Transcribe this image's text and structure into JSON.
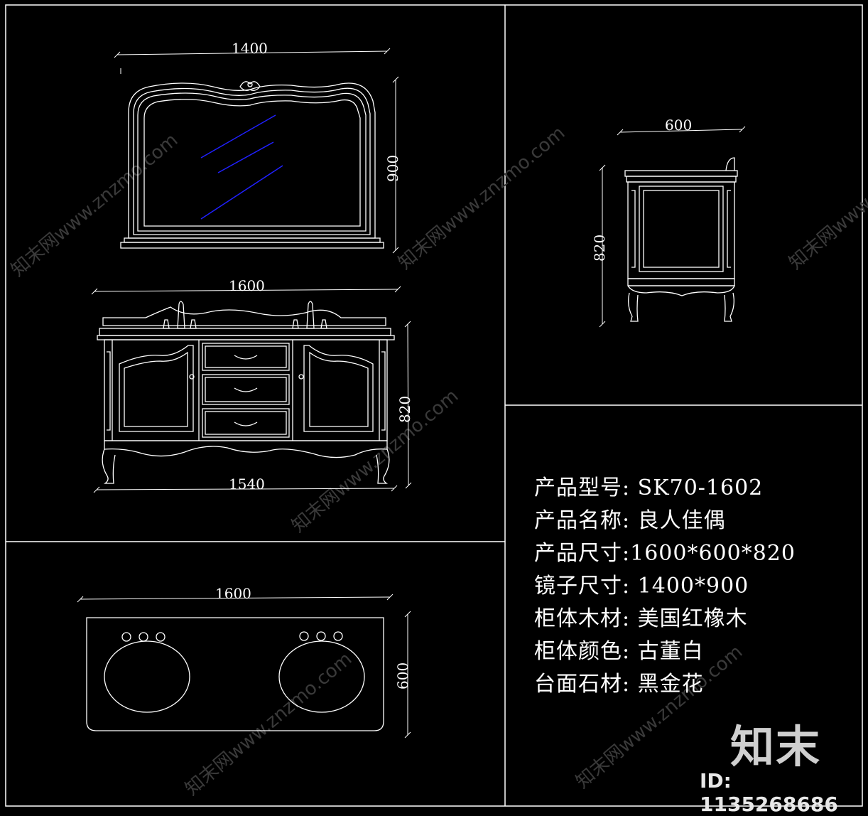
{
  "dimensions": {
    "mirror_width": "1400",
    "mirror_height": "900",
    "cabinet_front_width": "1600",
    "cabinet_front_height": "820",
    "cabinet_base_width": "1540",
    "side_depth": "600",
    "side_height": "820",
    "top_width": "1600",
    "top_depth": "600"
  },
  "specs": [
    {
      "label": "产品型号:",
      "value": " SK70-1602"
    },
    {
      "label": "产品名称:",
      "value": " 良人佳偶"
    },
    {
      "label": "产品尺寸:",
      "value": "1600*600*820"
    },
    {
      "label": "镜子尺寸:",
      "value": " 1400*900"
    },
    {
      "label": "柜体木材:",
      "value": " 美国红橡木"
    },
    {
      "label": "柜体颜色:",
      "value": " 古董白"
    },
    {
      "label": "台面石材:",
      "value": " 黑金花"
    }
  ],
  "watermark": {
    "logo": "知末",
    "id": "ID: 1135268686",
    "site": "知末网www.znzmo.com"
  },
  "colors": {
    "background": "#000000",
    "lines": "#ffffff",
    "mirror_reflection": "#2020ff"
  }
}
